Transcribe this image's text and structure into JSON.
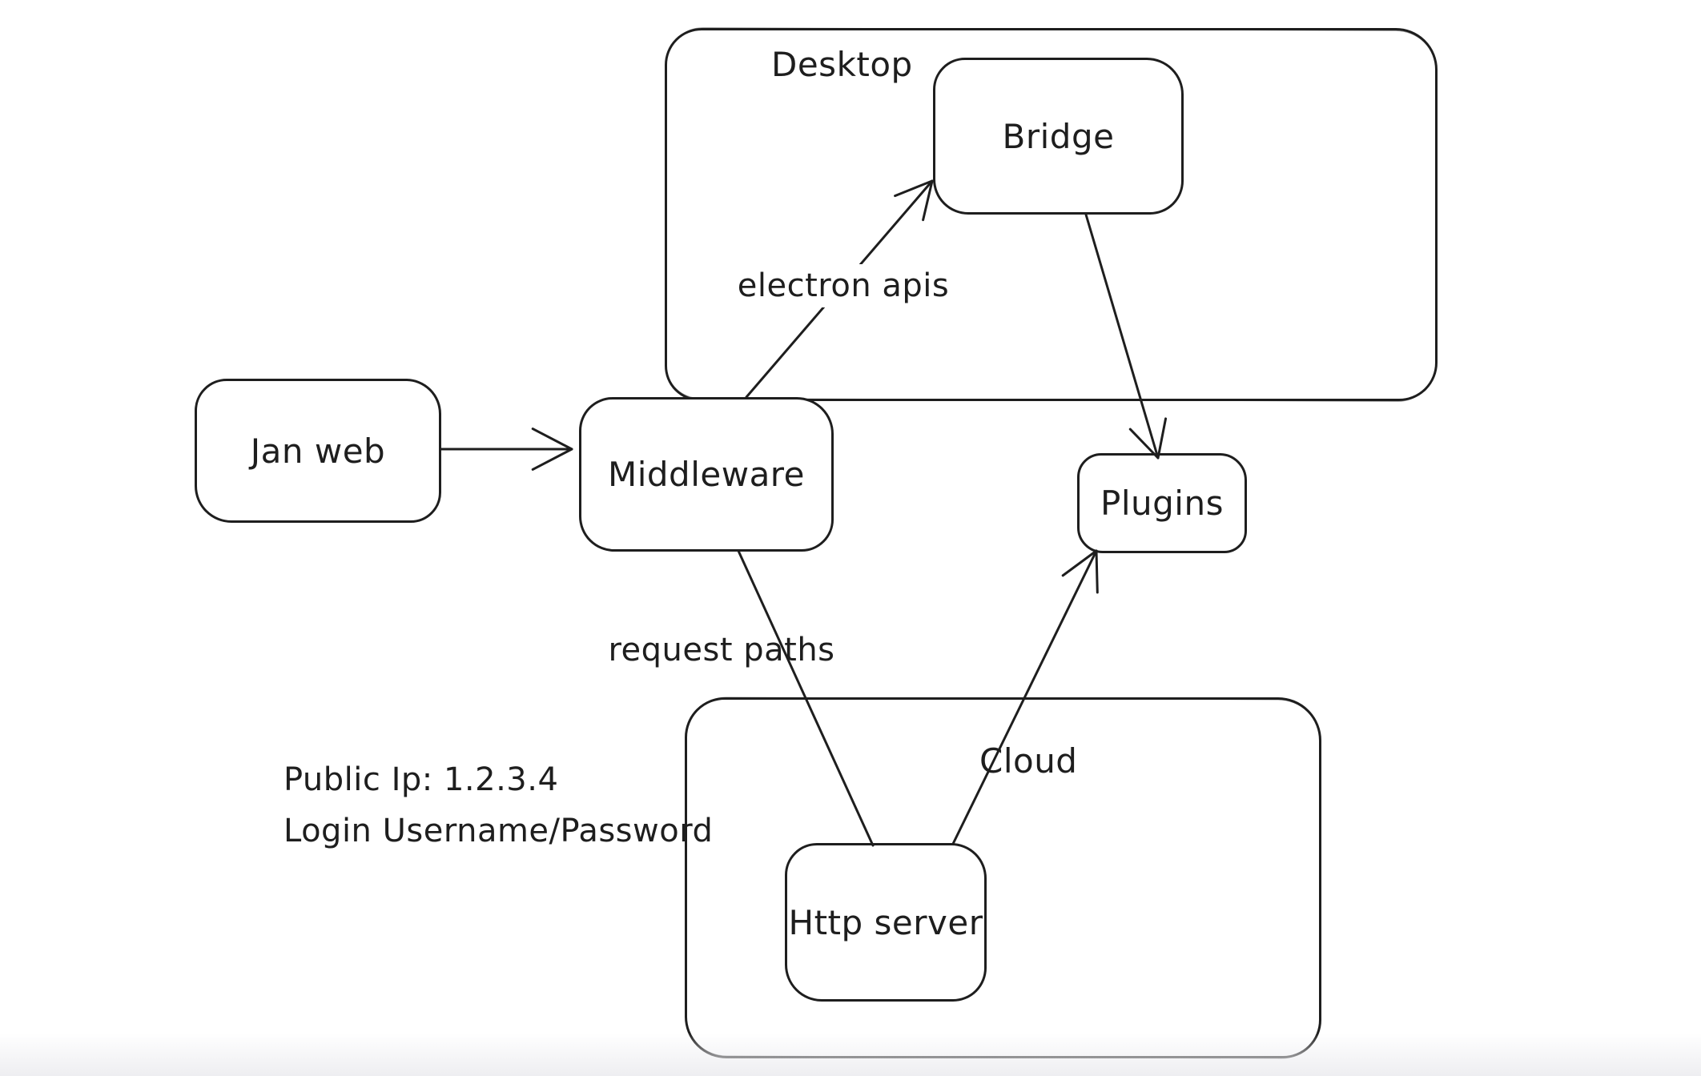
{
  "canvas": {
    "background": "#ffffff",
    "stroke_color": "#1e1e1e",
    "window_edge_color": "#eeeef1"
  },
  "diagram": {
    "nodes": {
      "desktop": {
        "label": "Desktop",
        "type": "container"
      },
      "bridge": {
        "label": "Bridge",
        "type": "box"
      },
      "jan_web": {
        "label": "Jan web",
        "type": "box"
      },
      "middleware": {
        "label": "Middleware",
        "type": "box"
      },
      "plugins": {
        "label": "Plugins",
        "type": "box"
      },
      "cloud": {
        "label": "Cloud",
        "type": "container"
      },
      "http_server": {
        "label": "Http server",
        "type": "box"
      }
    },
    "edges": [
      {
        "id": "jan-web-to-middleware",
        "from": "jan_web",
        "to": "middleware",
        "label": "",
        "points": [
          [
            551,
            561
          ],
          [
            714,
            561
          ]
        ],
        "arrowhead": true,
        "head_len": 55
      },
      {
        "id": "middleware-to-bridge",
        "from": "middleware",
        "to": "bridge",
        "label": "electron apis",
        "points": [
          [
            932,
            496
          ],
          [
            1164,
            226
          ]
        ],
        "arrowhead": true,
        "head_len": 50
      },
      {
        "id": "bridge-to-plugins",
        "from": "bridge",
        "to": "plugins",
        "label": "",
        "points": [
          [
            1356,
            268
          ],
          [
            1446,
            572
          ]
        ],
        "arrowhead": true,
        "head_len": 50
      },
      {
        "id": "middleware-to-http-server",
        "from": "middleware",
        "to": "http_server",
        "label": "request paths",
        "points": [
          [
            922,
            688
          ],
          [
            1090,
            1056
          ]
        ],
        "arrowhead": false
      },
      {
        "id": "http-server-to-plugins",
        "from": "http_server",
        "to": "plugins",
        "label": "",
        "points": [
          [
            1190,
            1054
          ],
          [
            1369,
            688
          ]
        ],
        "arrowhead": true,
        "head_len": 52
      }
    ],
    "annotations": [
      {
        "id": "public-ip",
        "text": "Public Ip: 1.2.3.4"
      },
      {
        "id": "login",
        "text": "Login Username/Password"
      }
    ]
  }
}
